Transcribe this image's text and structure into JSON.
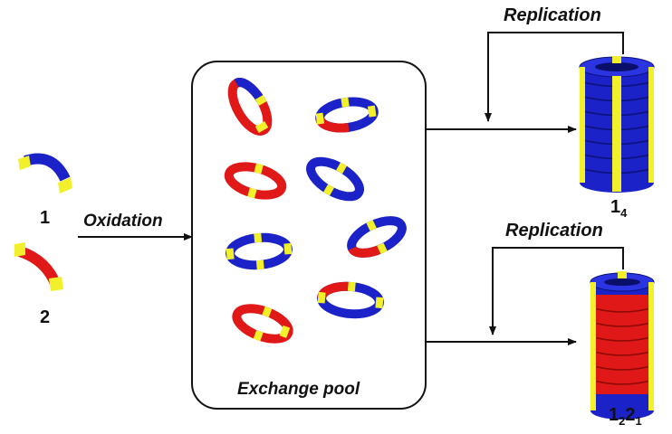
{
  "labels": {
    "oxidation": "Oxidation",
    "exchange_pool": "Exchange pool",
    "replication_top": "Replication",
    "replication_bottom": "Replication"
  },
  "compounds": {
    "monomer_1": "1",
    "monomer_2": "2",
    "product_top": {
      "base": "1",
      "sub": "4"
    },
    "product_bottom": {
      "base1": "1",
      "sub1": "2",
      "base2": "2",
      "sub2": "1"
    }
  },
  "colors": {
    "blue": "#1a22c8",
    "red": "#e01818",
    "yellow": "#f2f02a",
    "line": "#111111"
  },
  "icons": {
    "macrocycle": "ring-icon",
    "stack": "fibre-stack-icon"
  }
}
